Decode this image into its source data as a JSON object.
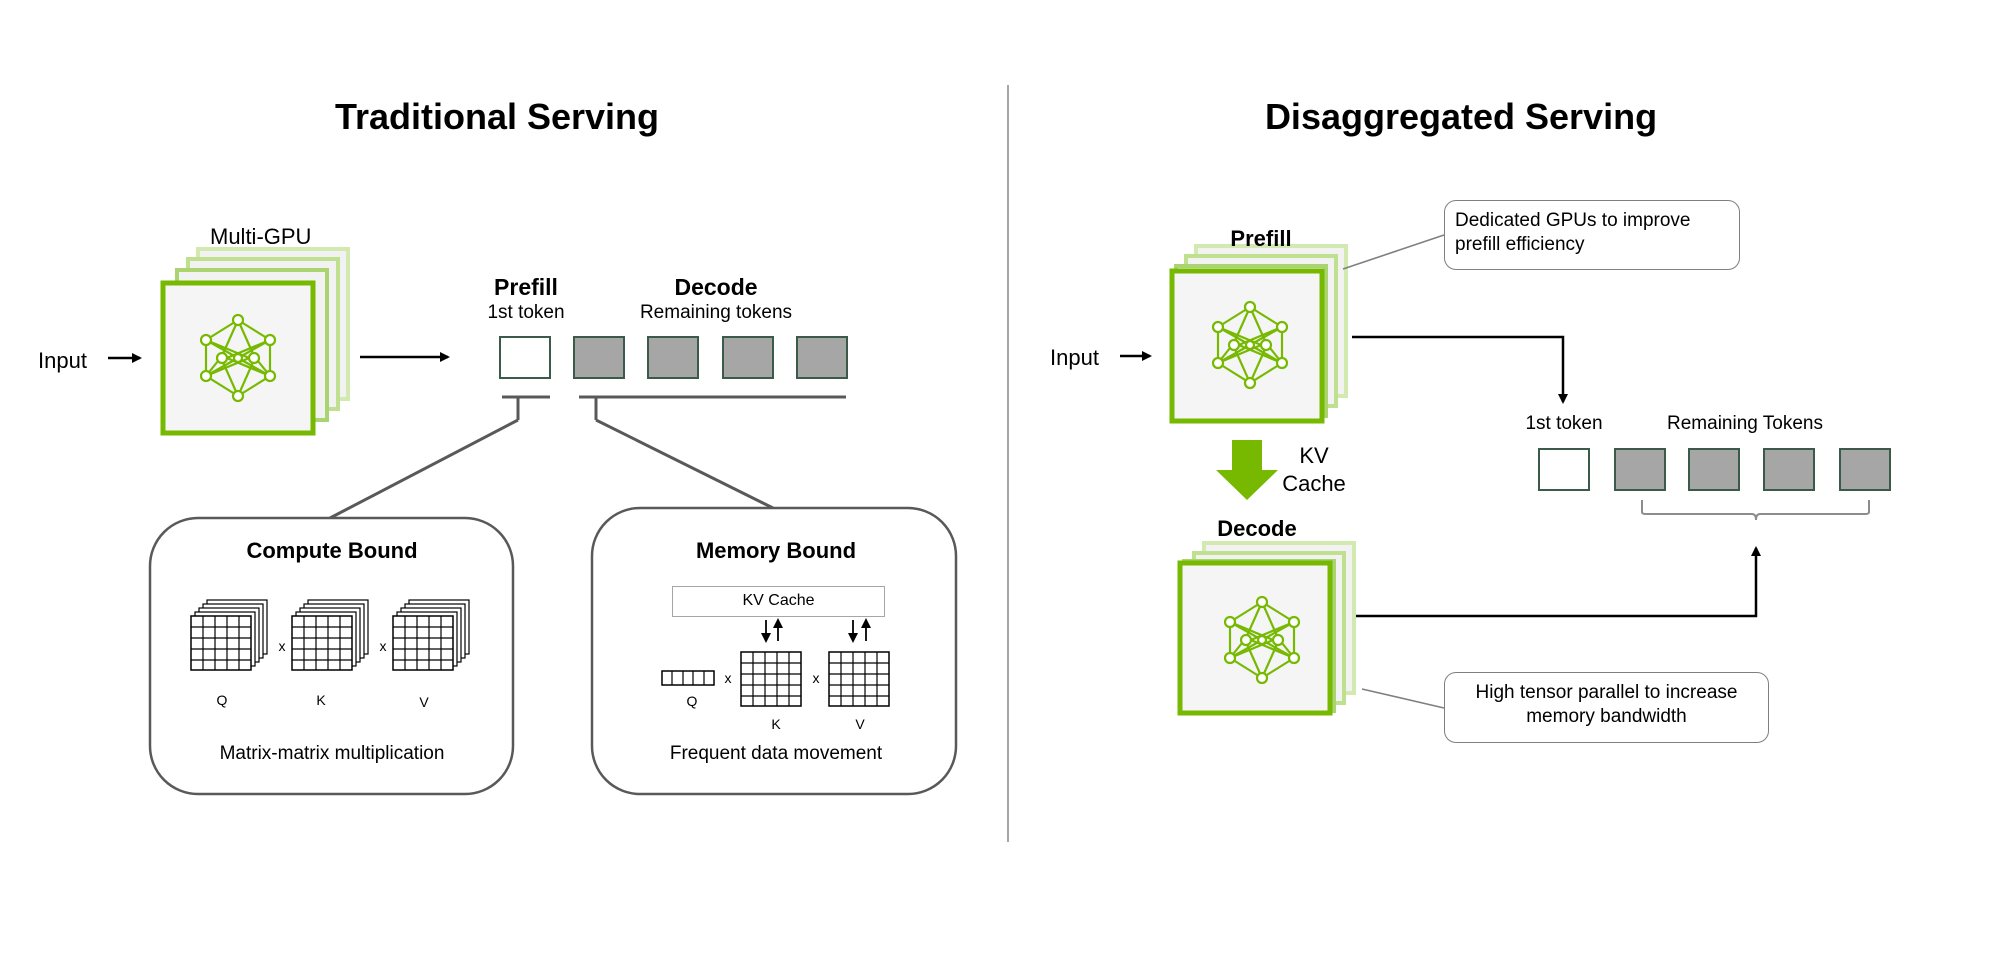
{
  "left": {
    "title": "Traditional Serving",
    "multi_gpu_label": "Multi-GPU",
    "input_label": "Input",
    "prefill_label": "Prefill",
    "prefill_sub": "1st token",
    "decode_label": "Decode",
    "decode_sub": "Remaining tokens",
    "compute_box": {
      "title": "Compute Bound",
      "caption": "Matrix-matrix multiplication",
      "matrix_labels": [
        "Q",
        "K",
        "V"
      ],
      "operator": "x"
    },
    "memory_box": {
      "title": "Memory Bound",
      "kv_cache": "KV Cache",
      "caption": "Frequent data movement",
      "matrix_labels": [
        "Q",
        "K",
        "V"
      ],
      "operator": "x"
    }
  },
  "right": {
    "title": "Disaggregated Serving",
    "input_label": "Input",
    "prefill_label": "Prefill",
    "decode_label": "Decode",
    "kv_cache_label_line1": "KV",
    "kv_cache_label_line2": "Cache",
    "first_token_label": "1st token",
    "remaining_tokens_label": "Remaining Tokens",
    "callout_prefill": "Dedicated GPUs to improve prefill efficiency",
    "callout_decode": "High tensor parallel to increase memory bandwidth"
  },
  "colors": {
    "nvidia_green": "#76b900",
    "light_green_1": "#a9d46f",
    "light_green_2": "#d2eab0",
    "token_gray": "#a6a6a6",
    "token_border": "#3a5a4a",
    "divider": "#a6a6a6"
  },
  "icons": [
    "neural-network-icon",
    "right-arrow-icon",
    "down-arrow-icon",
    "matrix-grid-icon"
  ]
}
